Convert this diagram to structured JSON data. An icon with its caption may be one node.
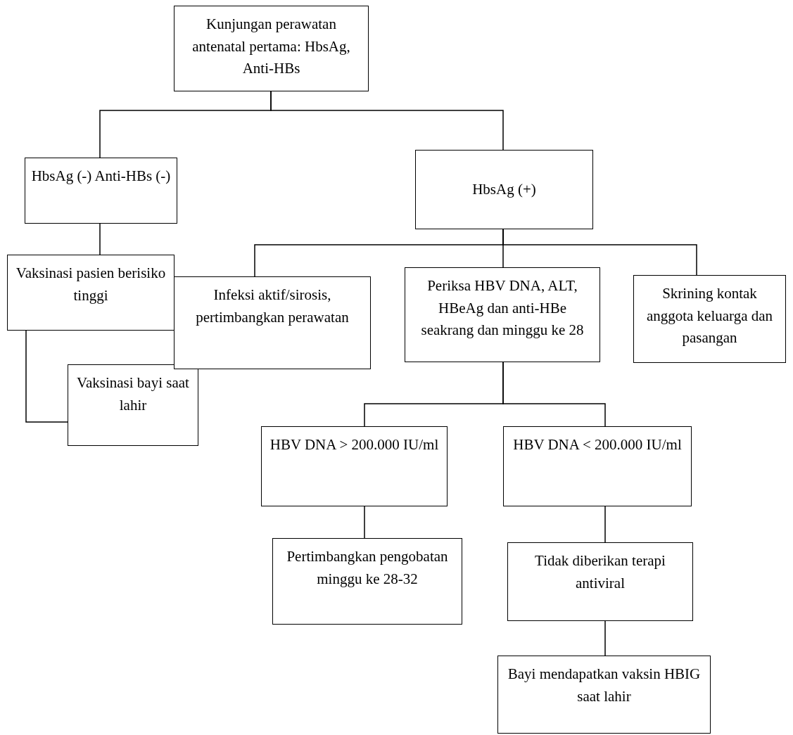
{
  "diagram": {
    "nodes": [
      {
        "text": [
          "Kunjungan perawatan antenatal pertama: HbsAg, Anti-HBs"
        ]
      },
      {
        "text": [
          "HbsAg (-) Anti-HBs (-)"
        ]
      },
      {
        "text": [
          "HbsAg (+)"
        ]
      },
      {
        "text": [
          "Vaksinasi pasien berisiko tinggi"
        ]
      },
      {
        "text": [
          "Vaksinasi bayi saat lahir"
        ]
      },
      {
        "text": [
          "Infeksi aktif/sirosis, pertimbangkan perawatan"
        ]
      },
      {
        "text": [
          "Periksa HBV DNA, ALT, HBeAg dan anti-HBe seakrang dan minggu ke 28"
        ]
      },
      {
        "text": [
          "Skrining kontak anggota keluarga dan pasangan"
        ]
      },
      {
        "text": [
          "HBV DNA > 200.000 IU/ml"
        ]
      },
      {
        "text": [
          "HBV DNA < 200.000 IU/ml"
        ]
      },
      {
        "text": [
          "Pertimbangkan pengobatan minggu ke 28-32"
        ]
      },
      {
        "text": [
          "Tidak diberikan terapi antiviral"
        ]
      },
      {
        "text": [
          "Bayi mendapatkan vaksin HBIG saat lahir"
        ]
      }
    ],
    "edges": [
      {
        "from": 0,
        "to": 1,
        "arrow": "none"
      },
      {
        "from": 0,
        "to": 2,
        "arrow": "none"
      },
      {
        "from": 1,
        "to": 3,
        "arrow": "none"
      },
      {
        "from": 3,
        "to": 4,
        "arrow": "none"
      },
      {
        "from": 2,
        "to": 5,
        "arrow": "none"
      },
      {
        "from": 2,
        "to": 6,
        "arrow": "none"
      },
      {
        "from": 2,
        "to": 7,
        "arrow": "none"
      },
      {
        "from": 6,
        "to": 8,
        "arrow": "none"
      },
      {
        "from": 6,
        "to": 9,
        "arrow": "none"
      },
      {
        "from": 8,
        "to": 10,
        "arrow": "none"
      },
      {
        "from": 9,
        "to": 11,
        "arrow": "none"
      },
      {
        "from": 11,
        "to": 12,
        "arrow": "none"
      }
    ]
  }
}
